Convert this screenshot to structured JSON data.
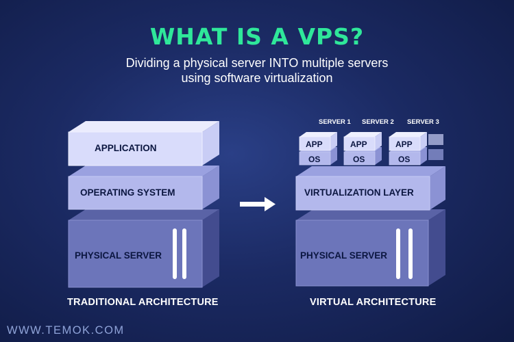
{
  "header": {
    "title": "WHAT IS A VPS?",
    "subtitle_line1": "Dividing a physical server INTO multiple servers",
    "subtitle_line2": "using software virtualization"
  },
  "traditional": {
    "application": "APPLICATION",
    "operating_system": "OPERATING SYSTEM",
    "physical_server": "PHYSICAL SERVER",
    "caption": "TRADITIONAL ARCHITECTURE"
  },
  "virtual": {
    "servers": [
      {
        "name": "SERVER 1",
        "app": "APP",
        "os": "OS"
      },
      {
        "name": "SERVER 2",
        "app": "APP",
        "os": "OS"
      },
      {
        "name": "SERVER 3",
        "app": "APP",
        "os": "OS"
      }
    ],
    "virtualization_layer": "VIRTUALIZATION LAYER",
    "physical_server": "PHYSICAL SERVER",
    "caption": "VIRTUAL ARCHITECTURE"
  },
  "footer": {
    "website": "WWW.TEMOK.COM"
  },
  "colors": {
    "title": "#2fe79a",
    "background": "#1b2a63",
    "box_light": "#d9dcfb",
    "box_mid": "#b3b8ec",
    "box_dark": "#6c75ba",
    "text_dark": "#0b1640"
  }
}
